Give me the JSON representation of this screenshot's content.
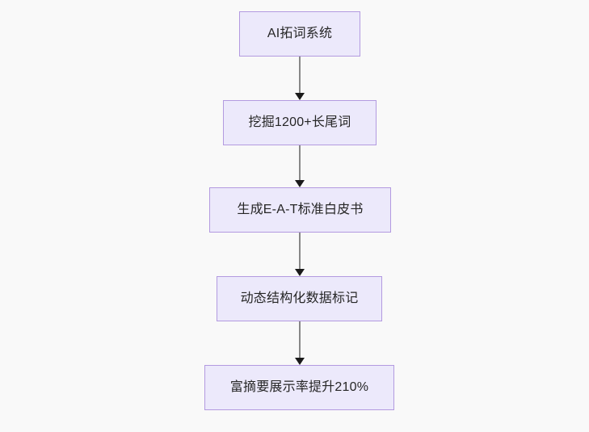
{
  "diagram": {
    "type": "flowchart",
    "direction": "top-to-bottom",
    "background_color": "#f9f9f9",
    "node_fill_color": "#ece9fb",
    "node_border_color": "#b39ae0",
    "node_text_color": "#262626",
    "edge_line_color": "#888888",
    "edge_arrow_color": "#1a1a1a",
    "nodes": [
      {
        "id": "n1",
        "label": "AI拓词系统"
      },
      {
        "id": "n2",
        "label": "挖掘1200+长尾词"
      },
      {
        "id": "n3",
        "label": "生成E-A-T标准白皮书"
      },
      {
        "id": "n4",
        "label": "动态结构化数据标记"
      },
      {
        "id": "n5",
        "label": "富摘要展示率提升210%"
      }
    ],
    "edges": [
      {
        "id": "e1",
        "from": "n1",
        "to": "n2",
        "label": ""
      },
      {
        "id": "e2",
        "from": "n2",
        "to": "n3",
        "label": ""
      },
      {
        "id": "e3",
        "from": "n3",
        "to": "n4",
        "label": ""
      },
      {
        "id": "e4",
        "from": "n4",
        "to": "n5",
        "label": ""
      }
    ]
  }
}
